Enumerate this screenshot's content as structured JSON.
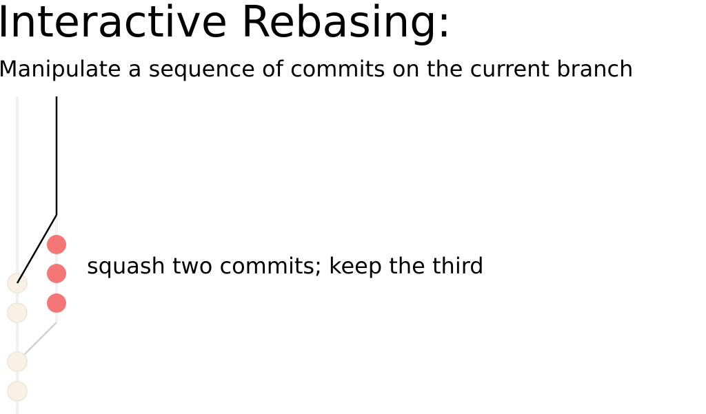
{
  "header": {
    "title": "Interactive Rebasing:",
    "subtitle": "Manipulate a sequence of commits on the current branch"
  },
  "diagram": {
    "annotation": "squash two commits; keep the third",
    "colors": {
      "base_line": "#f0f0f0",
      "branch_line_active": "#000000",
      "branch_line_faded": "#d2d2d2",
      "ghost_commit_fill": "#f8f1e4",
      "ghost_commit_stroke": "#efe8dc",
      "rebased_commit": "#f47677"
    }
  }
}
